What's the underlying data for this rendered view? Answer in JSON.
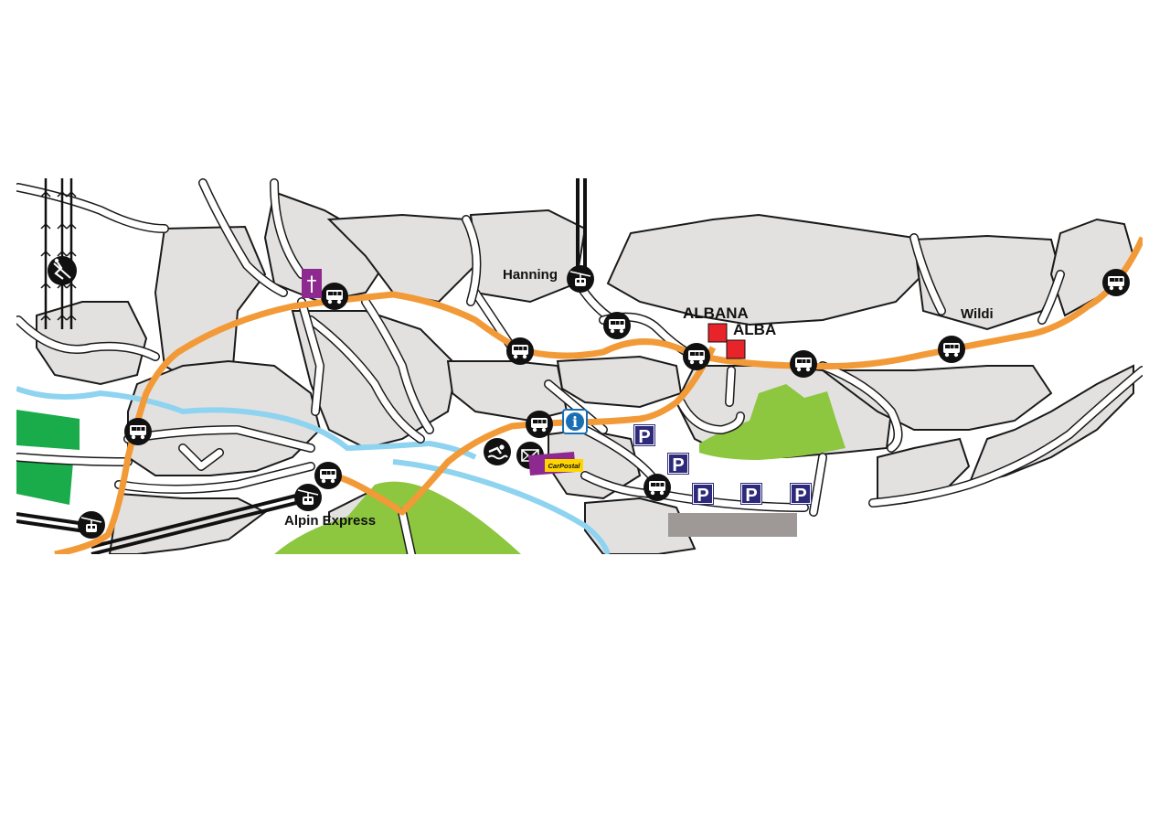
{
  "map": {
    "labels": {
      "hanning": "Hanning",
      "albana": "ALBANA",
      "alba": "ALBA",
      "wildi": "Wildi",
      "alpin_express": "Alpin Express"
    },
    "carpostal_logo_text": "CarPostal",
    "icons": {
      "bus_stop": "bus-stop-icon",
      "gondola": "gondola-icon",
      "ski_lift": "ski-lift-icon",
      "church": "church-icon",
      "info": "info-icon",
      "swimming": "swimming-pool-icon",
      "post_office": "post-office-icon",
      "parking": "parking-icon",
      "hotel": "hotel-marker-icon"
    },
    "parking_glyph": "P",
    "info_glyph": "i",
    "church_glyph": "†",
    "colors": {
      "bus_route": "#f29a38",
      "river": "#8ed3f0",
      "forest": "#8dc63f",
      "field": "#1aab4a",
      "building_block": "#e3e1e0",
      "hotel": "#e8232a",
      "church": "#8e2a8f",
      "info": "#1a6fb4",
      "parking": "#2e2a7a",
      "carpostal_bg": "#8e2a8f",
      "carpostal_logo": "#ffd500",
      "parking_area": "#9e9896"
    }
  }
}
